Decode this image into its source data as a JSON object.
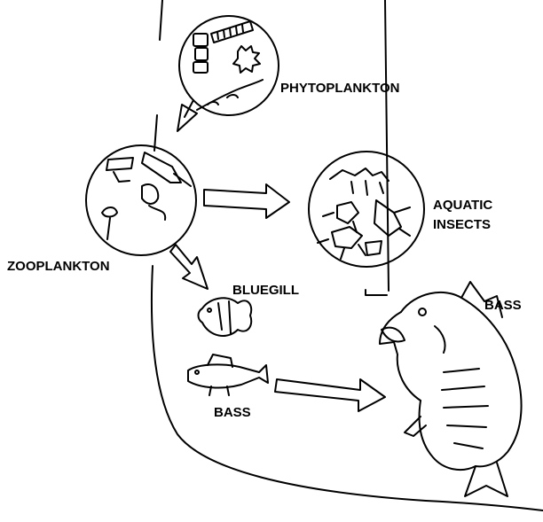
{
  "labels": {
    "phytoplankton": "PHYTOPLANKTON",
    "zooplankton": "ZOOPLANKTON",
    "aquatic_insects_line1": "AQUATIC",
    "aquatic_insects_line2": "INSECTS",
    "bluegill": "BLUEGILL",
    "bass_small": "BASS",
    "bass_large": "BASS"
  },
  "icons": {
    "phytoplankton": "phytoplankton-circle-icon",
    "zooplankton": "zooplankton-circle-icon",
    "aquatic_insects": "aquatic-insects-circle-icon",
    "bluegill": "bluegill-fish-icon",
    "small_bass": "small-bass-fish-icon",
    "large_bass": "large-bass-fish-icon"
  },
  "colors": {
    "ink": "#000000",
    "background": "#ffffff"
  }
}
